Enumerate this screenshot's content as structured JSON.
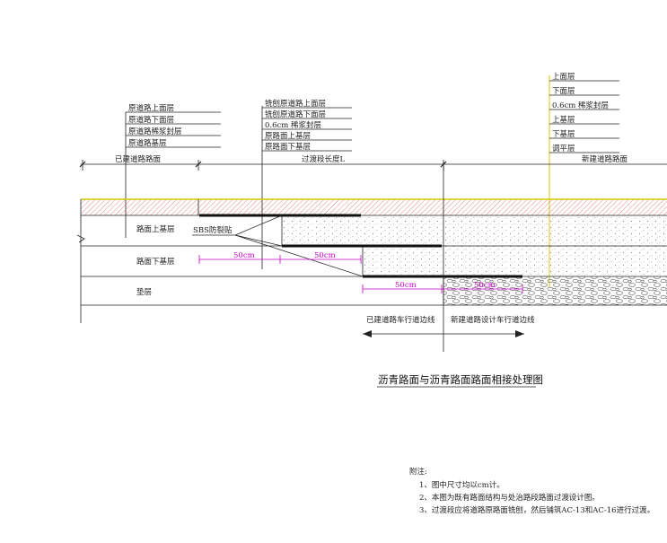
{
  "left_callout": [
    "原道路上面层",
    "原道路下面层",
    "原道路稀浆封层",
    "原道路基层"
  ],
  "mid_callout": [
    "铣刨原道路上面层",
    "铣刨原道路下面层",
    "0.6cm 稀浆封层",
    "原路面上基层",
    "原路面下基层"
  ],
  "right_callout": [
    "上面层",
    "下面层",
    "0.6cm 稀浆封层",
    "上基层",
    "下基层",
    "调平层"
  ],
  "zones": {
    "existing": "已建道路路面",
    "transition": "过渡段长度L",
    "new": "新建道路路面"
  },
  "layers": {
    "upper_base": "路面上基层",
    "lower_base": "路面下基层",
    "cushion": "垫层"
  },
  "sbs_label": "SBS防裂贴",
  "dims": {
    "d1": "50cm",
    "d2": "50cm",
    "d3": "50cm",
    "d4": "50cm"
  },
  "edge_lines": {
    "existing": "已建道路车行道边线",
    "new": "新建道路设计车行道边线"
  },
  "title": "沥青路面与沥青路面路面相接处理图",
  "notes": {
    "heading": "附注:",
    "items": [
      "1、图中尺寸均以cm计。",
      "2、本图为既有路面结构与处治路段路面过渡设计图。",
      "3、过渡段应将道路原路面铣刨，然后铺筑AC-13和AC-16进行过渡。"
    ]
  },
  "colors": {
    "line": "#222222",
    "dim": "#cc00cc",
    "yellow": "#d8c800",
    "hatch": "#cc3344"
  }
}
